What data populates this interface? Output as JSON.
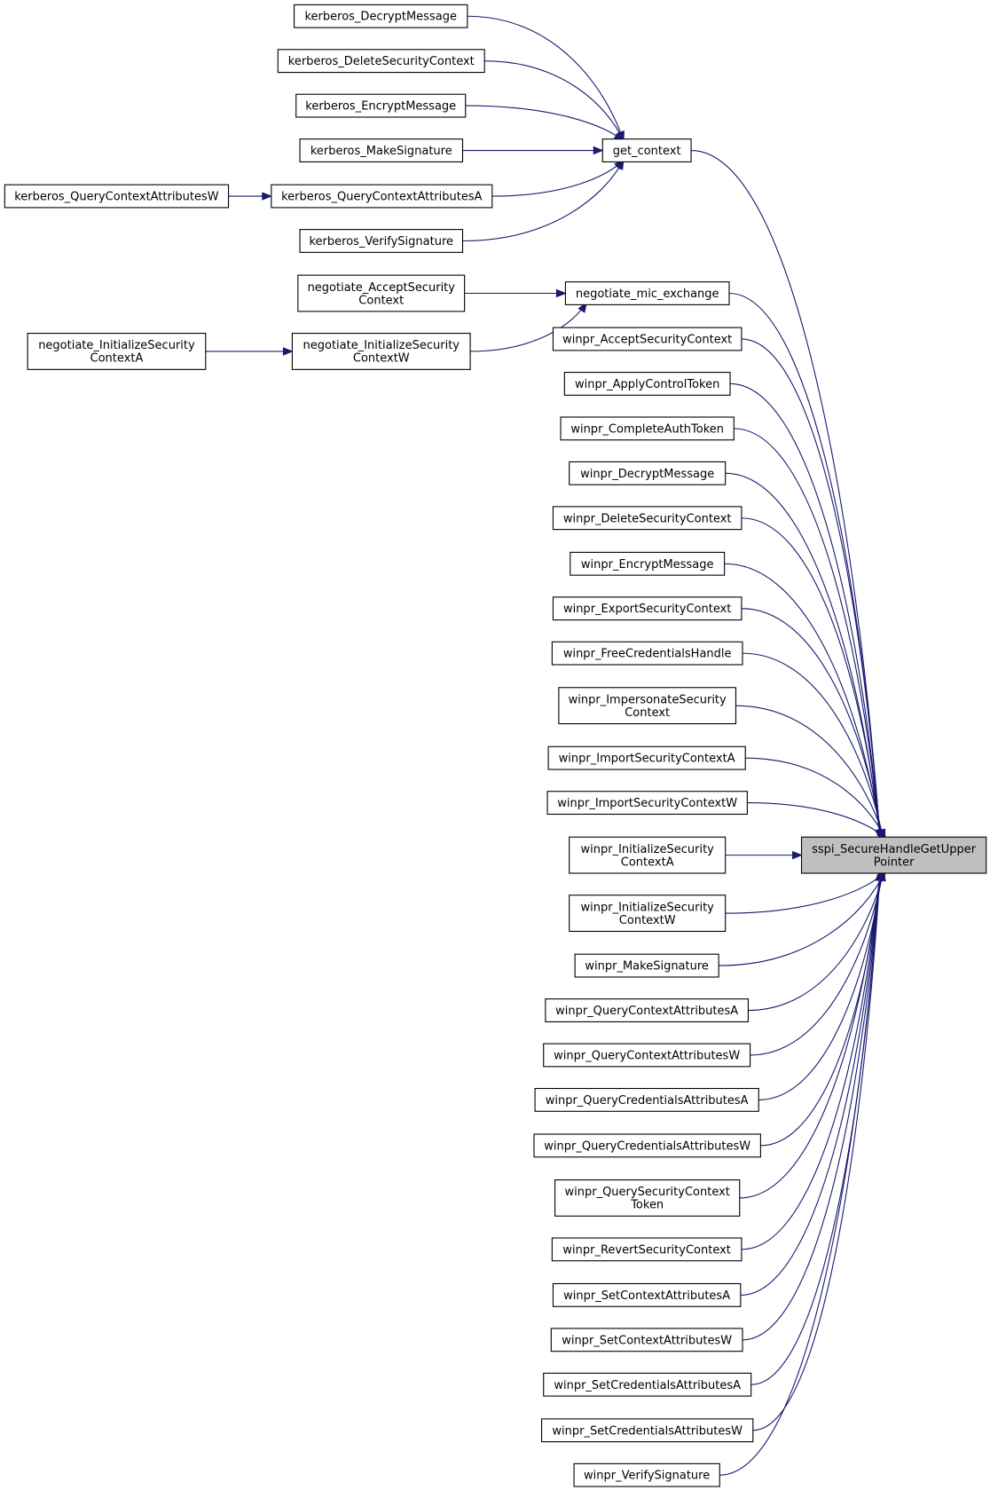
{
  "graph": {
    "root": "sspi_SecureHandleGetUpperPointer",
    "colors": {
      "edge": "#191970",
      "root_fill": "#bfbfbf",
      "node_fill": "#ffffff",
      "node_border": "#000000"
    },
    "nodes": [
      {
        "id": "sspi_SecureHandleGetUpperPointer",
        "lines": [
          "sspi_SecureHandleGetUpper",
          "Pointer"
        ],
        "root": true
      },
      {
        "id": "get_context",
        "lines": [
          "get_context"
        ]
      },
      {
        "id": "kerberos_DecryptMessage",
        "lines": [
          "kerberos_DecryptMessage"
        ]
      },
      {
        "id": "kerberos_DeleteSecurityContext",
        "lines": [
          "kerberos_DeleteSecurityContext"
        ]
      },
      {
        "id": "kerberos_EncryptMessage",
        "lines": [
          "kerberos_EncryptMessage"
        ]
      },
      {
        "id": "kerberos_MakeSignature",
        "lines": [
          "kerberos_MakeSignature"
        ]
      },
      {
        "id": "kerberos_QueryContextAttributesA",
        "lines": [
          "kerberos_QueryContextAttributesA"
        ]
      },
      {
        "id": "kerberos_QueryContextAttributesW",
        "lines": [
          "kerberos_QueryContextAttributesW"
        ]
      },
      {
        "id": "kerberos_VerifySignature",
        "lines": [
          "kerberos_VerifySignature"
        ]
      },
      {
        "id": "negotiate_mic_exchange",
        "lines": [
          "negotiate_mic_exchange"
        ]
      },
      {
        "id": "negotiate_AcceptSecurityContext",
        "lines": [
          "negotiate_AcceptSecurity",
          "Context"
        ]
      },
      {
        "id": "negotiate_InitializeSecurityContextW",
        "lines": [
          "negotiate_InitializeSecurity",
          "ContextW"
        ]
      },
      {
        "id": "negotiate_InitializeSecurityContextA",
        "lines": [
          "negotiate_InitializeSecurity",
          "ContextA"
        ]
      },
      {
        "id": "winpr_AcceptSecurityContext",
        "lines": [
          "winpr_AcceptSecurityContext"
        ]
      },
      {
        "id": "winpr_ApplyControlToken",
        "lines": [
          "winpr_ApplyControlToken"
        ]
      },
      {
        "id": "winpr_CompleteAuthToken",
        "lines": [
          "winpr_CompleteAuthToken"
        ]
      },
      {
        "id": "winpr_DecryptMessage",
        "lines": [
          "winpr_DecryptMessage"
        ]
      },
      {
        "id": "winpr_DeleteSecurityContext",
        "lines": [
          "winpr_DeleteSecurityContext"
        ]
      },
      {
        "id": "winpr_EncryptMessage",
        "lines": [
          "winpr_EncryptMessage"
        ]
      },
      {
        "id": "winpr_ExportSecurityContext",
        "lines": [
          "winpr_ExportSecurityContext"
        ]
      },
      {
        "id": "winpr_FreeCredentialsHandle",
        "lines": [
          "winpr_FreeCredentialsHandle"
        ]
      },
      {
        "id": "winpr_ImpersonateSecurityContext",
        "lines": [
          "winpr_ImpersonateSecurity",
          "Context"
        ]
      },
      {
        "id": "winpr_ImportSecurityContextA",
        "lines": [
          "winpr_ImportSecurityContextA"
        ]
      },
      {
        "id": "winpr_ImportSecurityContextW",
        "lines": [
          "winpr_ImportSecurityContextW"
        ]
      },
      {
        "id": "winpr_InitializeSecurityContextA",
        "lines": [
          "winpr_InitializeSecurity",
          "ContextA"
        ]
      },
      {
        "id": "winpr_InitializeSecurityContextW",
        "lines": [
          "winpr_InitializeSecurity",
          "ContextW"
        ]
      },
      {
        "id": "winpr_MakeSignature",
        "lines": [
          "winpr_MakeSignature"
        ]
      },
      {
        "id": "winpr_QueryContextAttributesA",
        "lines": [
          "winpr_QueryContextAttributesA"
        ]
      },
      {
        "id": "winpr_QueryContextAttributesW",
        "lines": [
          "winpr_QueryContextAttributesW"
        ]
      },
      {
        "id": "winpr_QueryCredentialsAttributesA",
        "lines": [
          "winpr_QueryCredentialsAttributesA"
        ]
      },
      {
        "id": "winpr_QueryCredentialsAttributesW",
        "lines": [
          "winpr_QueryCredentialsAttributesW"
        ]
      },
      {
        "id": "winpr_QuerySecurityContextToken",
        "lines": [
          "winpr_QuerySecurityContext",
          "Token"
        ]
      },
      {
        "id": "winpr_RevertSecurityContext",
        "lines": [
          "winpr_RevertSecurityContext"
        ]
      },
      {
        "id": "winpr_SetContextAttributesA",
        "lines": [
          "winpr_SetContextAttributesA"
        ]
      },
      {
        "id": "winpr_SetContextAttributesW",
        "lines": [
          "winpr_SetContextAttributesW"
        ]
      },
      {
        "id": "winpr_SetCredentialsAttributesA",
        "lines": [
          "winpr_SetCredentialsAttributesA"
        ]
      },
      {
        "id": "winpr_SetCredentialsAttributesW",
        "lines": [
          "winpr_SetCredentialsAttributesW"
        ]
      },
      {
        "id": "winpr_VerifySignature",
        "lines": [
          "winpr_VerifySignature"
        ]
      }
    ],
    "edges": [
      {
        "from": "kerberos_DecryptMessage",
        "to": "get_context"
      },
      {
        "from": "kerberos_DeleteSecurityContext",
        "to": "get_context"
      },
      {
        "from": "kerberos_EncryptMessage",
        "to": "get_context"
      },
      {
        "from": "kerberos_MakeSignature",
        "to": "get_context"
      },
      {
        "from": "kerberos_QueryContextAttributesA",
        "to": "get_context"
      },
      {
        "from": "kerberos_VerifySignature",
        "to": "get_context"
      },
      {
        "from": "kerberos_QueryContextAttributesW",
        "to": "kerberos_QueryContextAttributesA"
      },
      {
        "from": "negotiate_AcceptSecurityContext",
        "to": "negotiate_mic_exchange"
      },
      {
        "from": "negotiate_InitializeSecurityContextW",
        "to": "negotiate_mic_exchange"
      },
      {
        "from": "negotiate_InitializeSecurityContextA",
        "to": "negotiate_InitializeSecurityContextW"
      },
      {
        "from": "get_context",
        "to": "sspi_SecureHandleGetUpperPointer"
      },
      {
        "from": "negotiate_mic_exchange",
        "to": "sspi_SecureHandleGetUpperPointer"
      },
      {
        "from": "winpr_AcceptSecurityContext",
        "to": "sspi_SecureHandleGetUpperPointer"
      },
      {
        "from": "winpr_ApplyControlToken",
        "to": "sspi_SecureHandleGetUpperPointer"
      },
      {
        "from": "winpr_CompleteAuthToken",
        "to": "sspi_SecureHandleGetUpperPointer"
      },
      {
        "from": "winpr_DecryptMessage",
        "to": "sspi_SecureHandleGetUpperPointer"
      },
      {
        "from": "winpr_DeleteSecurityContext",
        "to": "sspi_SecureHandleGetUpperPointer"
      },
      {
        "from": "winpr_EncryptMessage",
        "to": "sspi_SecureHandleGetUpperPointer"
      },
      {
        "from": "winpr_ExportSecurityContext",
        "to": "sspi_SecureHandleGetUpperPointer"
      },
      {
        "from": "winpr_FreeCredentialsHandle",
        "to": "sspi_SecureHandleGetUpperPointer"
      },
      {
        "from": "winpr_ImpersonateSecurityContext",
        "to": "sspi_SecureHandleGetUpperPointer"
      },
      {
        "from": "winpr_ImportSecurityContextA",
        "to": "sspi_SecureHandleGetUpperPointer"
      },
      {
        "from": "winpr_ImportSecurityContextW",
        "to": "sspi_SecureHandleGetUpperPointer"
      },
      {
        "from": "winpr_InitializeSecurityContextA",
        "to": "sspi_SecureHandleGetUpperPointer"
      },
      {
        "from": "winpr_InitializeSecurityContextW",
        "to": "sspi_SecureHandleGetUpperPointer"
      },
      {
        "from": "winpr_MakeSignature",
        "to": "sspi_SecureHandleGetUpperPointer"
      },
      {
        "from": "winpr_QueryContextAttributesA",
        "to": "sspi_SecureHandleGetUpperPointer"
      },
      {
        "from": "winpr_QueryContextAttributesW",
        "to": "sspi_SecureHandleGetUpperPointer"
      },
      {
        "from": "winpr_QueryCredentialsAttributesA",
        "to": "sspi_SecureHandleGetUpperPointer"
      },
      {
        "from": "winpr_QueryCredentialsAttributesW",
        "to": "sspi_SecureHandleGetUpperPointer"
      },
      {
        "from": "winpr_QuerySecurityContextToken",
        "to": "sspi_SecureHandleGetUpperPointer"
      },
      {
        "from": "winpr_RevertSecurityContext",
        "to": "sspi_SecureHandleGetUpperPointer"
      },
      {
        "from": "winpr_SetContextAttributesA",
        "to": "sspi_SecureHandleGetUpperPointer"
      },
      {
        "from": "winpr_SetContextAttributesW",
        "to": "sspi_SecureHandleGetUpperPointer"
      },
      {
        "from": "winpr_SetCredentialsAttributesA",
        "to": "sspi_SecureHandleGetUpperPointer"
      },
      {
        "from": "winpr_SetCredentialsAttributesW",
        "to": "sspi_SecureHandleGetUpperPointer"
      },
      {
        "from": "winpr_VerifySignature",
        "to": "sspi_SecureHandleGetUpperPointer"
      }
    ]
  }
}
